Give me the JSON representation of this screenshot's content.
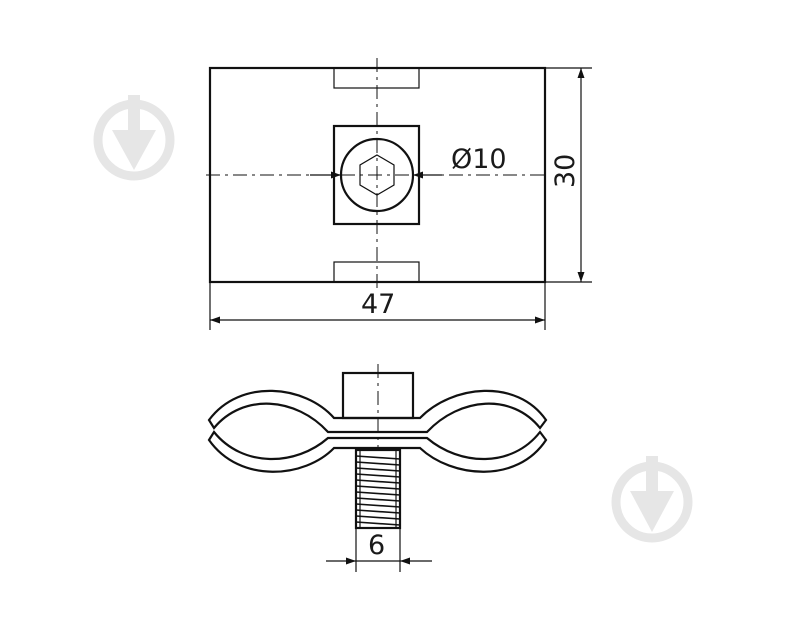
{
  "drawing": {
    "dimensions": {
      "width": "47",
      "height": "30",
      "bore": "Ø10",
      "thread": "6"
    },
    "watermark_icon": "shovel-logo-icon"
  }
}
